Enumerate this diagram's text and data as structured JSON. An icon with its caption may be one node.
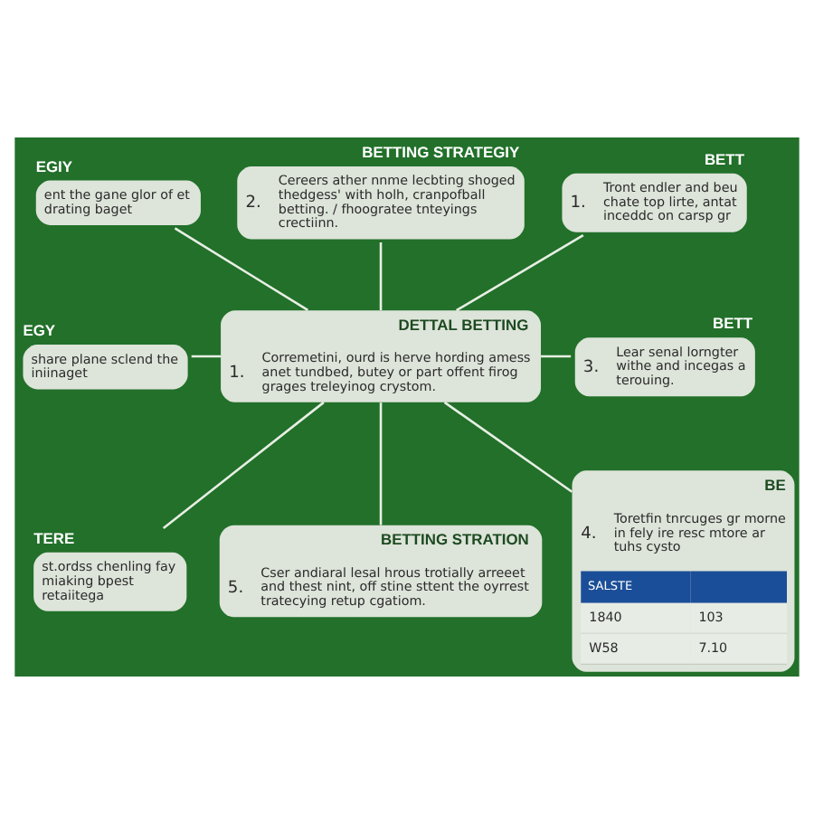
{
  "diagram": {
    "nodes": [
      {
        "text": [
          "EGIY",
          "ent the gane glor of et drating baget"
        ]
      },
      {
        "text": [
          "BETTING STRATEGIY",
          "2.",
          "Cereers ather nnme lecbting shoged thedgess' with holh, cranpofball betting. / fhoogratee tnteyings crectiinn."
        ]
      },
      {
        "text": [
          "BETT",
          "1.",
          "Tront endler and beu chate top lirte, antat inceddc on carsp gr"
        ]
      },
      {
        "text": [
          "EGY",
          "share plane sclend the iniinaget"
        ]
      },
      {
        "text": [
          "DETTAL BETTING",
          "1.",
          "Corremetini, ourd is herve hording amess anet tundbed, butey or part offent firog grages treleyinog crystom."
        ]
      },
      {
        "text": [
          "BETT",
          "3.",
          "Lear senal lorngter withe and incegas a terouing."
        ]
      },
      {
        "text": [
          "TERE",
          "st.ordss chenling fay miaking bpest retaiitega"
        ]
      },
      {
        "text": [
          "BETTING STRATION",
          "5.",
          "Cser andiaral lesal hrous trotially arreeet and thest nint, off stine sttent the oyrrest tratecying retup cgatiom."
        ]
      },
      {
        "text": [
          "BE",
          "4.",
          "Toretfin tnrcuges gr morne in fely ire resc mtore ar tuhs cysto",
          "SALSTE",
          "1840",
          "103",
          "W58",
          "7.10"
        ]
      }
    ],
    "edges": [
      {
        "from": 0,
        "to": 4,
        "arrow": "none"
      },
      {
        "from": 1,
        "to": 4,
        "arrow": "none"
      },
      {
        "from": 2,
        "to": 4,
        "arrow": "none"
      },
      {
        "from": 3,
        "to": 4,
        "arrow": "none"
      },
      {
        "from": 4,
        "to": 5,
        "arrow": "none"
      },
      {
        "from": 4,
        "to": 6,
        "arrow": "none"
      },
      {
        "from": 4,
        "to": 7,
        "arrow": "none"
      },
      {
        "from": 4,
        "to": 8,
        "arrow": "none"
      }
    ]
  }
}
